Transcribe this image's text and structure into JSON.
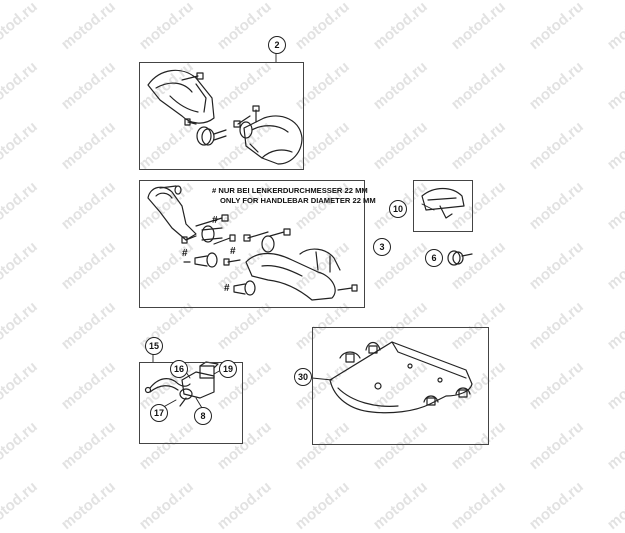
{
  "watermark": "motod.ru",
  "callouts": {
    "c2": "2",
    "c3": "3",
    "c6": "6",
    "c8": "8",
    "c10": "10",
    "c15": "15",
    "c16": "16",
    "c17": "17",
    "c19": "19",
    "c30": "30"
  },
  "note": {
    "marker": "#",
    "line1": "NUR BEI LENKERDURCHMESSER 22 MM",
    "line2": "ONLY FOR HANDLEBAR DIAMETER 22 MM"
  },
  "hash_markers": [
    "#",
    "#",
    "#",
    "#"
  ]
}
